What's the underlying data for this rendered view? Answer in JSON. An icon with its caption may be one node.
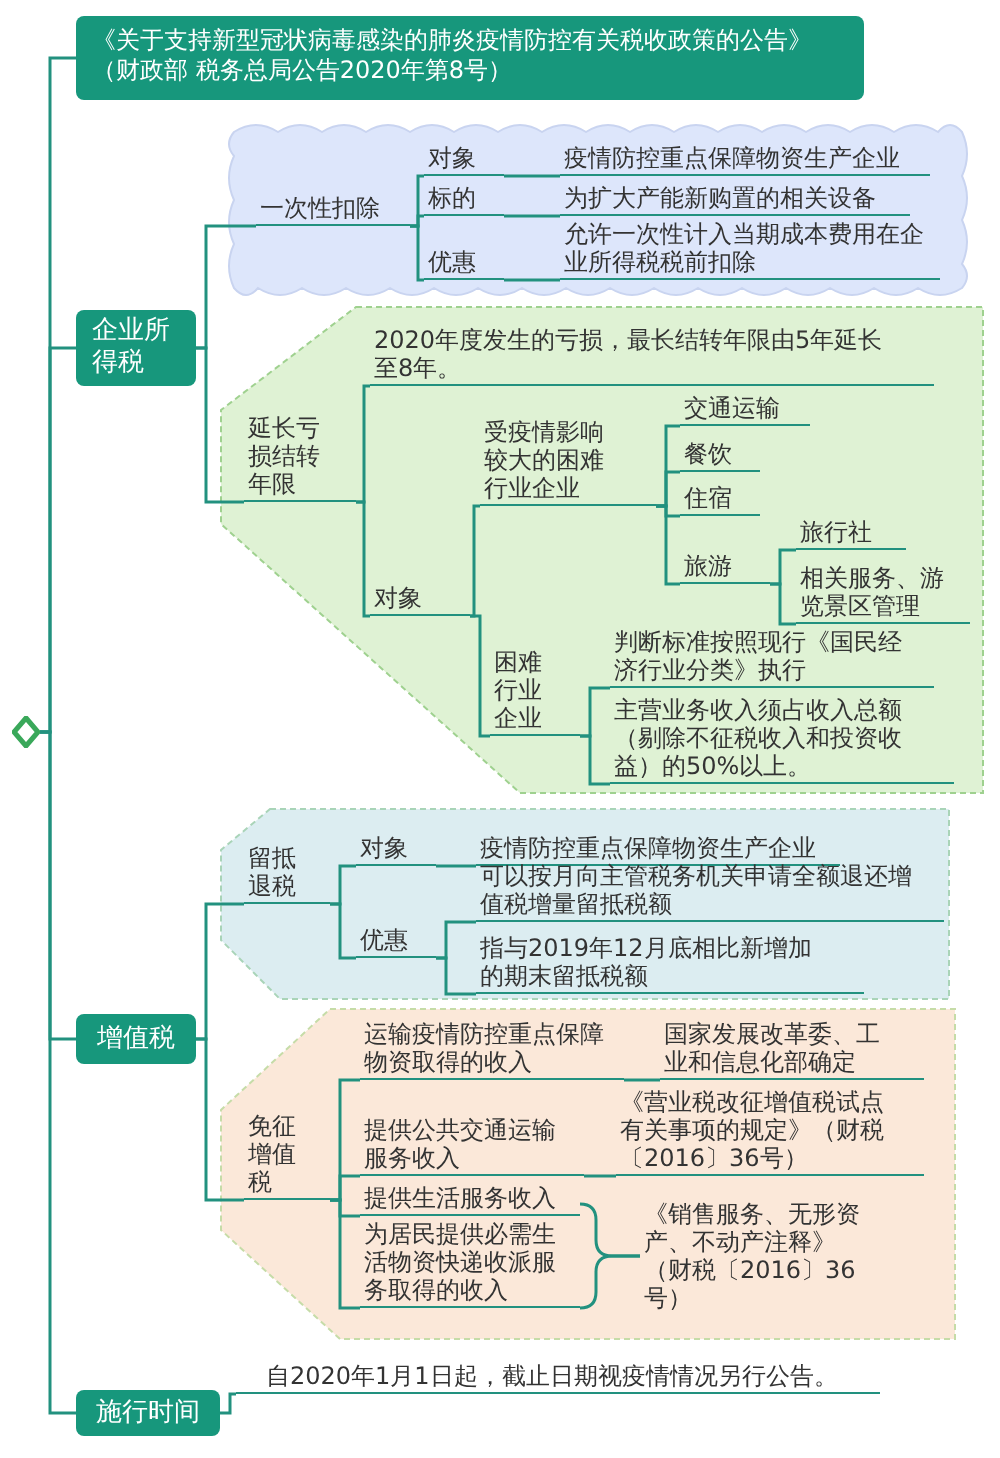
{
  "diagram": {
    "nodes": [
      {
        "text": [],
        "shape": "diamond"
      },
      {
        "text": [
          "《关于支持新型冠状病毒感染的肺炎疫情防控有关税收政策的公告》",
          "（财政部 税务总局公告2020年第8号）"
        ]
      },
      {
        "text": [
          "企业所得税"
        ]
      },
      {
        "text": [],
        "shape": "cloud"
      },
      {
        "text": [
          "一次性扣除"
        ],
        "in": 3
      },
      {
        "text": [
          "对象"
        ],
        "in": 3
      },
      {
        "text": [
          "疫情防控重点保障物资生产企业"
        ],
        "in": 3
      },
      {
        "text": [
          "标的"
        ],
        "in": 3
      },
      {
        "text": [
          "为扩大产能新购置的相关设备"
        ],
        "in": 3
      },
      {
        "text": [
          "优惠"
        ],
        "in": 3
      },
      {
        "text": [
          "允许一次性计入当期成本费用在企业所得税税前扣除"
        ],
        "in": 3
      },
      {
        "text": [],
        "shape": "box"
      },
      {
        "text": [
          "延长亏损结转年限"
        ],
        "in": 11
      },
      {
        "text": [
          "2020年度发生的亏损，最长结转年限由5年延长至8年。"
        ],
        "in": 11
      },
      {
        "text": [
          "对象"
        ],
        "in": 11
      },
      {
        "text": [
          "受疫情影响较大的困难行业企业"
        ],
        "in": 11
      },
      {
        "text": [
          "交通运输"
        ],
        "in": 11
      },
      {
        "text": [
          "餐饮"
        ],
        "in": 11
      },
      {
        "text": [
          "住宿"
        ],
        "in": 11
      },
      {
        "text": [
          "旅游"
        ],
        "in": 11
      },
      {
        "text": [
          "旅行社"
        ],
        "in": 11
      },
      {
        "text": [
          "相关服务、游览景区管理"
        ],
        "in": 11
      },
      {
        "text": [
          "困难行业企业"
        ],
        "in": 11
      },
      {
        "text": [
          "判断标准按照现行《国民经济行业分类》执行"
        ],
        "in": 11
      },
      {
        "text": [
          "主营业务收入须占收入总额（剔除不征税收入和投资收益）的50%以上。"
        ],
        "in": 11
      },
      {
        "text": [
          "增值税"
        ]
      },
      {
        "text": [],
        "shape": "box"
      },
      {
        "text": [
          "留抵退税"
        ],
        "in": 26
      },
      {
        "text": [
          "对象"
        ],
        "in": 26
      },
      {
        "text": [
          "疫情防控重点保障物资生产企业"
        ],
        "in": 26
      },
      {
        "text": [
          "优惠"
        ],
        "in": 26
      },
      {
        "text": [
          "可以按月向主管税务机关申请全额退还增值税增量留抵税额"
        ],
        "in": 26
      },
      {
        "text": [
          "指与2019年12月底相比新增加的期末留抵税额"
        ],
        "in": 26
      },
      {
        "text": [],
        "shape": "box"
      },
      {
        "text": [
          "免征增值税"
        ],
        "in": 33
      },
      {
        "text": [
          "运输疫情防控重点保障物资取得的收入"
        ],
        "in": 33
      },
      {
        "text": [
          "国家发展改革委、工业和信息化部确定"
        ],
        "in": 33
      },
      {
        "text": [
          "提供公共交通运输服务收入"
        ],
        "in": 33
      },
      {
        "text": [
          "《营业税改征增值税试点有关事项的规定》（财税〔2016〕36号）"
        ],
        "in": 33
      },
      {
        "text": [
          "提供生活服务收入"
        ],
        "in": 33
      },
      {
        "text": [
          "为居民提供必需生活物资快递收派服务取得的收入"
        ],
        "in": 33
      },
      {
        "text": [
          "《销售服务、无形资产、不动产注释》（财税〔2016〕36号）"
        ],
        "in": 33
      },
      {
        "text": [
          "施行时间"
        ]
      },
      {
        "text": [
          "自2020年1月1日起，截止日期视疫情情况另行公告。"
        ]
      }
    ],
    "edges": [
      {
        "from": 0,
        "to": 1,
        "arrow": "none"
      },
      {
        "from": 0,
        "to": 2,
        "arrow": "none"
      },
      {
        "from": 0,
        "to": 25,
        "arrow": "none"
      },
      {
        "from": 0,
        "to": 42,
        "arrow": "none"
      },
      {
        "from": 2,
        "to": 4,
        "arrow": "none"
      },
      {
        "from": 2,
        "to": 12,
        "arrow": "none"
      },
      {
        "from": 4,
        "to": 5,
        "arrow": "none"
      },
      {
        "from": 4,
        "to": 7,
        "arrow": "none"
      },
      {
        "from": 4,
        "to": 9,
        "arrow": "none"
      },
      {
        "from": 5,
        "to": 6,
        "arrow": "none"
      },
      {
        "from": 7,
        "to": 8,
        "arrow": "none"
      },
      {
        "from": 9,
        "to": 10,
        "arrow": "none"
      },
      {
        "from": 12,
        "to": 13,
        "arrow": "none"
      },
      {
        "from": 12,
        "to": 14,
        "arrow": "none"
      },
      {
        "from": 14,
        "to": 15,
        "arrow": "none"
      },
      {
        "from": 14,
        "to": 22,
        "arrow": "none"
      },
      {
        "from": 15,
        "to": 16,
        "arrow": "none"
      },
      {
        "from": 15,
        "to": 17,
        "arrow": "none"
      },
      {
        "from": 15,
        "to": 18,
        "arrow": "none"
      },
      {
        "from": 15,
        "to": 19,
        "arrow": "none"
      },
      {
        "from": 19,
        "to": 20,
        "arrow": "none"
      },
      {
        "from": 19,
        "to": 21,
        "arrow": "none"
      },
      {
        "from": 22,
        "to": 23,
        "arrow": "none"
      },
      {
        "from": 22,
        "to": 24,
        "arrow": "none"
      },
      {
        "from": 25,
        "to": 27,
        "arrow": "none"
      },
      {
        "from": 25,
        "to": 34,
        "arrow": "none"
      },
      {
        "from": 27,
        "to": 28,
        "arrow": "none"
      },
      {
        "from": 27,
        "to": 30,
        "arrow": "none"
      },
      {
        "from": 28,
        "to": 29,
        "arrow": "none"
      },
      {
        "from": 30,
        "to": 31,
        "arrow": "none"
      },
      {
        "from": 30,
        "to": 32,
        "arrow": "none"
      },
      {
        "from": 34,
        "to": 35,
        "arrow": "none"
      },
      {
        "from": 34,
        "to": 37,
        "arrow": "none"
      },
      {
        "from": 34,
        "to": 39,
        "arrow": "none"
      },
      {
        "from": 34,
        "to": 40,
        "arrow": "none"
      },
      {
        "from": 35,
        "to": 36,
        "arrow": "none"
      },
      {
        "from": 37,
        "to": 38,
        "arrow": "none"
      },
      {
        "from": 39,
        "to": 41,
        "arrow": "none"
      },
      {
        "from": 40,
        "to": 41,
        "arrow": "none"
      },
      {
        "from": 42,
        "to": 43,
        "arrow": "none"
      }
    ]
  }
}
